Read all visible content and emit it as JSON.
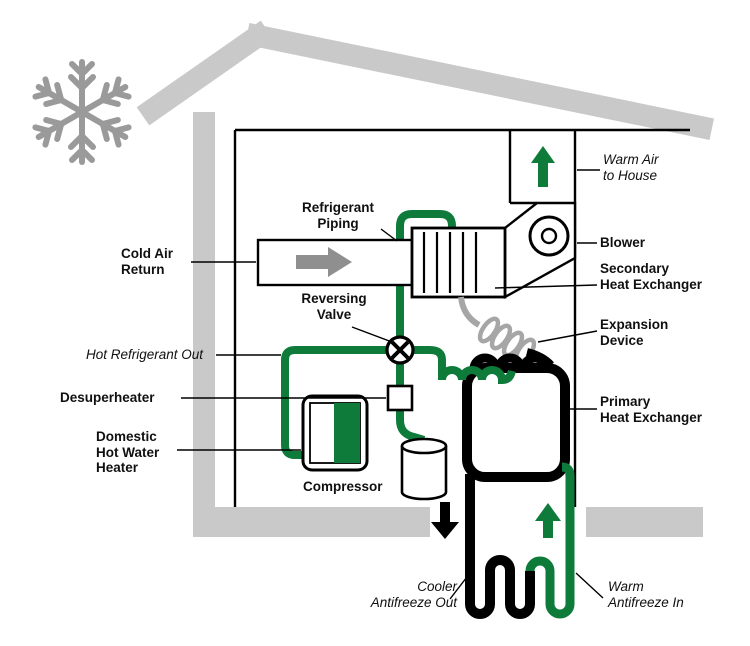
{
  "colors": {
    "pipe_green": "#0e7b3b",
    "house_gray": "#c9c9c9",
    "device_gray": "#a6a6a6",
    "arrow_gray": "#8f8f8f",
    "snowflake_gray": "#9a9a9a",
    "pipe_black": "#000000"
  },
  "icons": {
    "snowflake_icon": "❄",
    "cold_air_arrow_icon": "→",
    "warm_air_arrow_icon": "↑",
    "antifreeze_out_arrow_icon": "↓",
    "antifreeze_in_arrow_icon": "↑"
  },
  "labels": {
    "warm_air_to_house": "Warm Air\nto House",
    "blower": "Blower",
    "secondary_heat_exchanger": "Secondary\nHeat Exchanger",
    "expansion_device": "Expansion\nDevice",
    "primary_heat_exchanger": "Primary\nHeat Exchanger",
    "refrigerant_piping": "Refrigerant\nPiping",
    "cold_air_return": "Cold Air\nReturn",
    "reversing_valve": "Reversing\nValve",
    "hot_refrigerant_out": "Hot Refrigerant Out",
    "desuperheater": "Desuperheater",
    "domestic_hot_water_heater": "Domestic\nHot Water\nHeater",
    "compressor": "Compressor",
    "cooler_antifreeze_out": "Cooler\nAntifreeze Out",
    "warm_antifreeze_in": "Warm\nAntifreeze In"
  }
}
